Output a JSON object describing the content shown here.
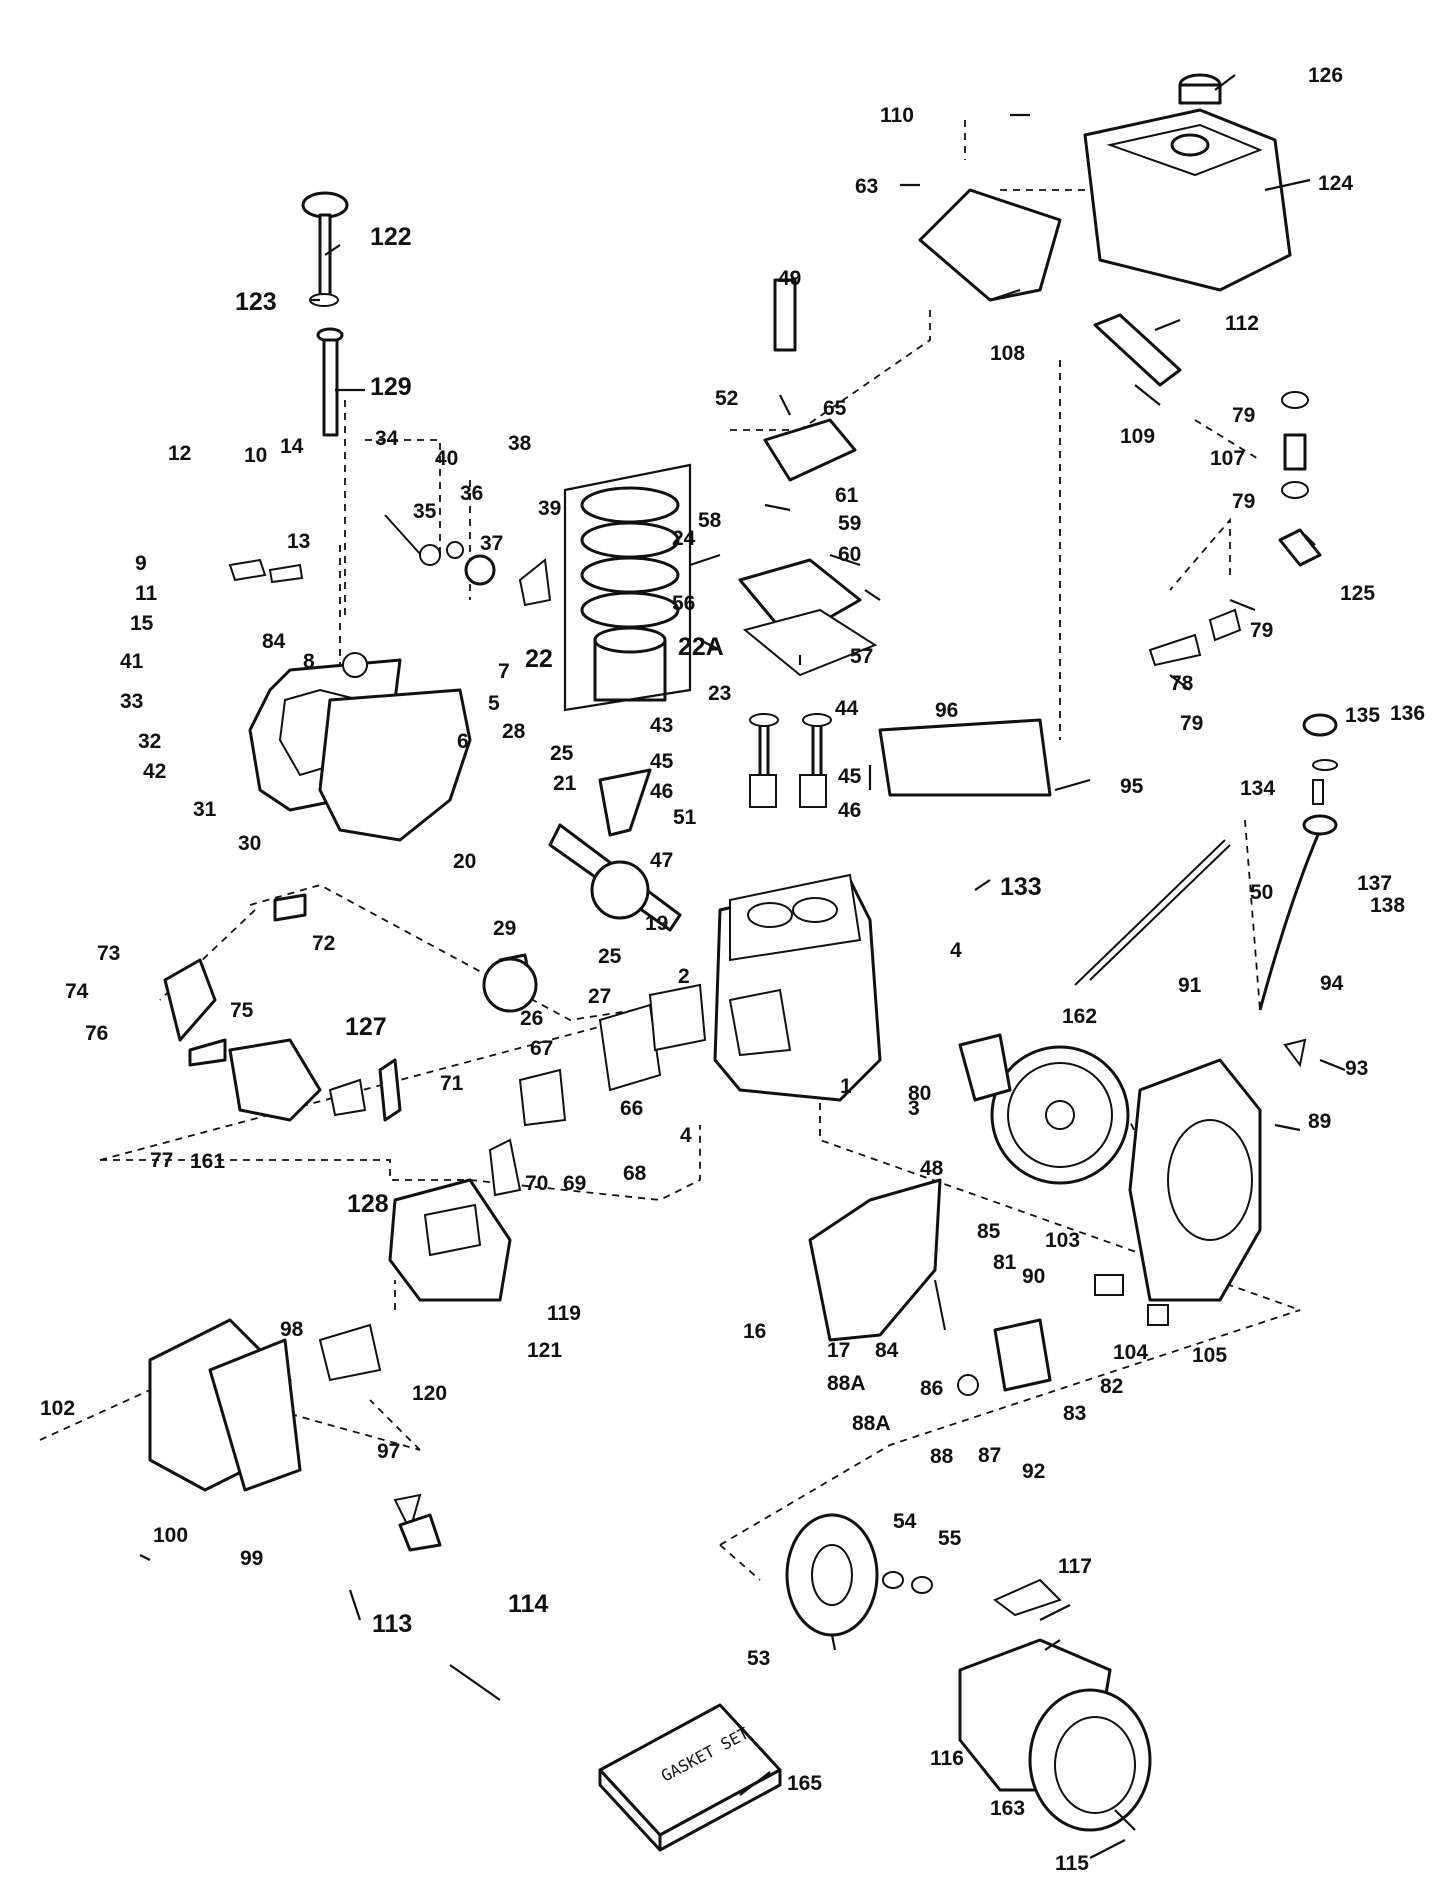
{
  "labels": {
    "l1": "1",
    "l2": "2",
    "l3": "3",
    "l4a": "4",
    "l4b": "4",
    "l5": "5",
    "l6": "6",
    "l7": "7",
    "l8": "8",
    "l9": "9",
    "l10": "10",
    "l11": "11",
    "l12": "12",
    "l13": "13",
    "l14": "14",
    "l15": "15",
    "l16": "16",
    "l17": "17",
    "l19": "19",
    "l20": "20",
    "l21": "21",
    "l22": "22",
    "l22a": "22A",
    "l23": "23",
    "l24": "24",
    "l25a": "25",
    "l25b": "25",
    "l26": "26",
    "l27": "27",
    "l28": "28",
    "l29": "29",
    "l30": "30",
    "l31": "31",
    "l32": "32",
    "l33": "33",
    "l34": "34",
    "l35": "35",
    "l36": "36",
    "l37": "37",
    "l38": "38",
    "l39": "39",
    "l40": "40",
    "l41": "41",
    "l42": "42",
    "l43": "43",
    "l44": "44",
    "l45a": "45",
    "l45b": "45",
    "l46a": "46",
    "l46b": "46",
    "l47": "47",
    "l48": "48",
    "l49": "49",
    "l50": "50",
    "l51": "51",
    "l52": "52",
    "l53": "53",
    "l54": "54",
    "l55": "55",
    "l56": "56",
    "l57": "57",
    "l58": "58",
    "l59": "59",
    "l60": "60",
    "l61": "61",
    "l63": "63",
    "l65": "65",
    "l66": "66",
    "l67": "67",
    "l68": "68",
    "l69": "69",
    "l70": "70",
    "l71": "71",
    "l72": "72",
    "l73": "73",
    "l74": "74",
    "l75": "75",
    "l76": "76",
    "l77": "77",
    "l78": "78",
    "l79a": "79",
    "l79b": "79",
    "l79c": "79",
    "l79d": "79",
    "l80": "80",
    "l81": "81",
    "l82": "82",
    "l83": "83",
    "l84a": "84",
    "l84b": "84",
    "l85": "85",
    "l86": "86",
    "l87": "87",
    "l88": "88",
    "l88aa": "88A",
    "l88ab": "88A",
    "l89": "89",
    "l90": "90",
    "l91": "91",
    "l92": "92",
    "l93": "93",
    "l94": "94",
    "l95": "95",
    "l96": "96",
    "l97": "97",
    "l98": "98",
    "l99": "99",
    "l100": "100",
    "l102": "102",
    "l103": "103",
    "l104": "104",
    "l105": "105",
    "l107": "107",
    "l108": "108",
    "l109": "109",
    "l110": "110",
    "l112": "112",
    "l113": "113",
    "l114": "114",
    "l115": "115",
    "l116": "116",
    "l117": "117",
    "l119": "119",
    "l120": "120",
    "l121": "121",
    "l122": "122",
    "l123": "123",
    "l124": "124",
    "l125": "125",
    "l126": "126",
    "l127": "127",
    "l128": "128",
    "l129": "129",
    "l133": "133",
    "l134": "134",
    "l135": "135",
    "l136": "136",
    "l137": "137",
    "l138": "138",
    "l161": "161",
    "l162": "162",
    "l163": "163",
    "l165": "165"
  },
  "gasket_set_text": "GASKET SET",
  "colors": {
    "ink": "#111111",
    "paper": "#ffffff"
  }
}
